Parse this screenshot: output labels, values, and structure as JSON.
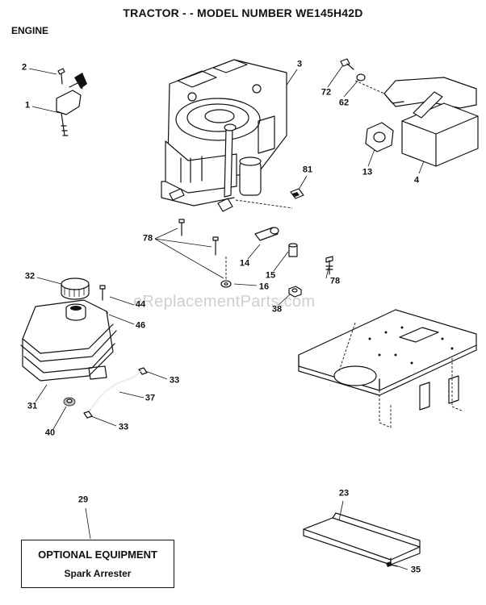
{
  "header": {
    "title": "TRACTOR - - MODEL NUMBER WE145H42D",
    "section": "ENGINE"
  },
  "watermark": "eReplacementParts.com",
  "callouts": [
    {
      "id": "2",
      "label": "2"
    },
    {
      "id": "1",
      "label": "1"
    },
    {
      "id": "3",
      "label": "3"
    },
    {
      "id": "72",
      "label": "72"
    },
    {
      "id": "62",
      "label": "62"
    },
    {
      "id": "13",
      "label": "13"
    },
    {
      "id": "4",
      "label": "4"
    },
    {
      "id": "81",
      "label": "81"
    },
    {
      "id": "78a",
      "label": "78"
    },
    {
      "id": "14",
      "label": "14"
    },
    {
      "id": "15",
      "label": "15"
    },
    {
      "id": "16",
      "label": "16"
    },
    {
      "id": "78b",
      "label": "78"
    },
    {
      "id": "38",
      "label": "38"
    },
    {
      "id": "32",
      "label": "32"
    },
    {
      "id": "44",
      "label": "44"
    },
    {
      "id": "46",
      "label": "46"
    },
    {
      "id": "33a",
      "label": "33"
    },
    {
      "id": "37",
      "label": "37"
    },
    {
      "id": "31",
      "label": "31"
    },
    {
      "id": "40",
      "label": "40"
    },
    {
      "id": "33b",
      "label": "33"
    },
    {
      "id": "29",
      "label": "29"
    },
    {
      "id": "23",
      "label": "23"
    },
    {
      "id": "35",
      "label": "35"
    }
  ],
  "optional_equipment": {
    "heading": "OPTIONAL EQUIPMENT",
    "item": "Spark Arrester"
  }
}
